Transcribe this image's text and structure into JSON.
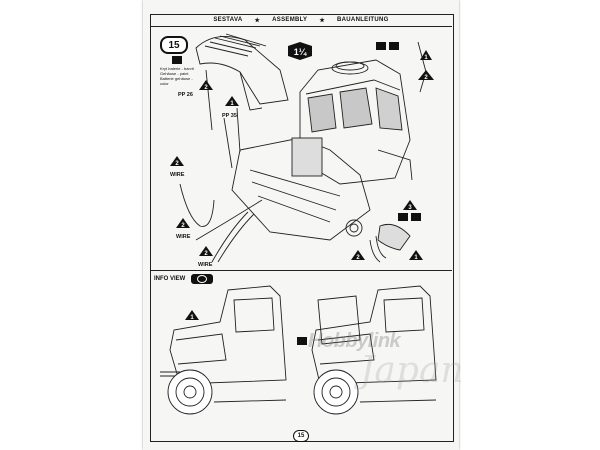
{
  "header": {
    "left": "SESTAVA",
    "middle": "ASSEMBLY",
    "right": "BAUANLEITUNG",
    "separator": "★"
  },
  "step": {
    "number": "15"
  },
  "note": {
    "lines": [
      "Kryt baterie - barvit",
      "Gehäuse - paint",
      "Batterie gehäuse - color"
    ]
  },
  "labels": {
    "pp26": "PP 26",
    "pp35": "PP 35",
    "wire1": "WIRE",
    "wire2": "WIRE",
    "wire3": "WIRE",
    "fraction": "1¼"
  },
  "markers": [
    "1",
    "2",
    "2",
    "2",
    "2",
    "2",
    "1",
    "1",
    "2",
    "3",
    "1"
  ],
  "info_view": {
    "title": "INFO VIEW"
  },
  "page_number": "15",
  "watermark": {
    "brand": "Hobbylink",
    "sub": "Japan"
  }
}
